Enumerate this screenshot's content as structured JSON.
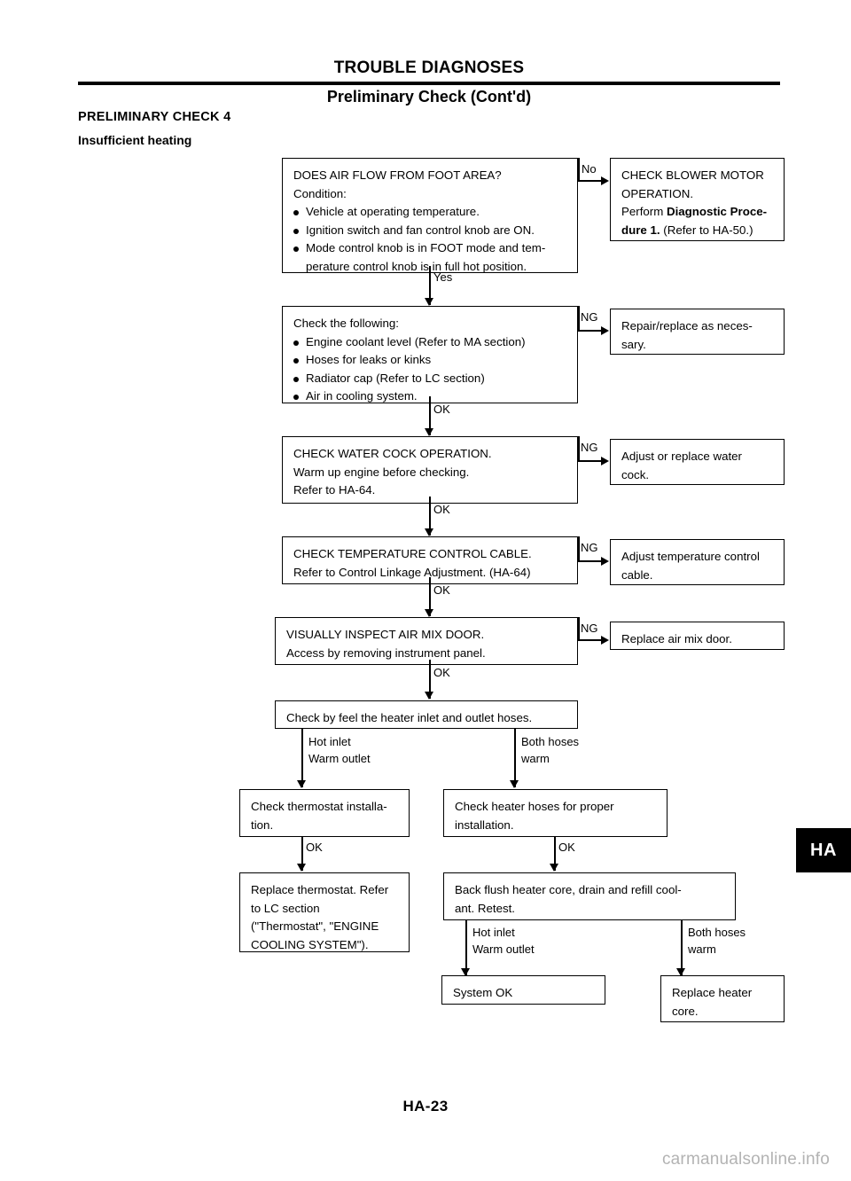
{
  "header": {
    "title": "TROUBLE DIAGNOSES",
    "subtitle": "Preliminary Check (Cont'd)",
    "section": "PRELIMINARY CHECK 4",
    "section_sub": "Insufficient heating"
  },
  "footer": {
    "page_number": "HA-23",
    "tab_label": "HA",
    "watermark": "carmanualsonline.info"
  },
  "flow": {
    "box1": {
      "line1": "DOES AIR FLOW FROM FOOT AREA?",
      "line2": "Condition:",
      "bullet1": "Vehicle at operating temperature.",
      "bullet2": "Ignition switch and fan control knob are ON.",
      "bullet3": "Mode control knob is in FOOT mode and tem-",
      "bullet3_cont": "perature control knob is in full hot position."
    },
    "box1_out": {
      "line1": "CHECK BLOWER MOTOR",
      "line2": "OPERATION.",
      "line3_pre": "Perform ",
      "line3_bold": "Diagnostic Proce-",
      "line4_bold": "dure 1.",
      "line4_rest": " (Refer to HA-50.)"
    },
    "box2": {
      "line1": "Check the following:",
      "bullet1": "Engine coolant level (Refer to MA section)",
      "bullet2": "Hoses for leaks or kinks",
      "bullet3": "Radiator cap (Refer to LC section)",
      "bullet4": "Air in cooling system."
    },
    "box2_out": {
      "line1": "Repair/replace as neces-",
      "line2": "sary."
    },
    "box3": {
      "line1": "CHECK WATER COCK OPERATION.",
      "line2": "Warm up engine before checking.",
      "line3": "Refer to HA-64."
    },
    "box3_out": {
      "line1": "Adjust or replace water",
      "line2": "cock."
    },
    "box4": {
      "line1": "CHECK TEMPERATURE CONTROL CABLE.",
      "line2": "Refer to Control Linkage Adjustment. (HA-64)"
    },
    "box4_out": {
      "line1": "Adjust temperature control",
      "line2": "cable."
    },
    "box5": {
      "line1": "VISUALLY INSPECT AIR MIX DOOR.",
      "line2": "Access by removing instrument panel."
    },
    "box5_out": {
      "line1": "Replace air mix door."
    },
    "box6": {
      "line1": "Check by feel the heater inlet and outlet hoses."
    },
    "box7_left": {
      "line1": "Check thermostat installa-",
      "line2": "tion."
    },
    "box8_left": {
      "line1": "Replace thermostat. Refer",
      "line2": "to LC section",
      "line3": "(\"Thermostat\", \"ENGINE",
      "line4": "COOLING SYSTEM\")."
    },
    "box7_right": {
      "line1": "Check heater hoses for proper",
      "line2": "installation."
    },
    "box8_right": {
      "line1": "Back flush heater core, drain and refill cool-",
      "line2": "ant. Retest."
    },
    "box9_left": {
      "line1": "System OK"
    },
    "box9_right": {
      "line1": "Replace heater",
      "line2": "core."
    }
  },
  "edges": {
    "no": "No",
    "yes": "Yes",
    "ng": "NG",
    "ok": "OK",
    "hot_inlet": "Hot inlet",
    "warm_outlet": "Warm outlet",
    "both_hoses": "Both hoses",
    "warm": "warm"
  }
}
